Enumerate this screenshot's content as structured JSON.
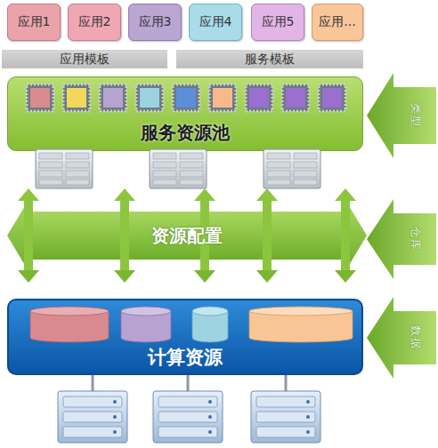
{
  "diagram": {
    "nodes": [
      {
        "text": [
          "应用1"
        ]
      },
      {
        "text": [
          "应用2"
        ]
      },
      {
        "text": [
          "应用3"
        ]
      },
      {
        "text": [
          "应用4"
        ]
      },
      {
        "text": [
          "应用5"
        ]
      },
      {
        "text": [
          "应用..."
        ]
      },
      {
        "text": [
          "应用模板"
        ]
      },
      {
        "text": [
          "服务模板"
        ]
      },
      {
        "text": [
          "服务资源池"
        ]
      },
      {
        "text": [
          "资源配置"
        ]
      },
      {
        "text": [
          "计算资源"
        ]
      },
      {
        "text": [
          "类型"
        ]
      },
      {
        "text": [
          "仓库"
        ]
      },
      {
        "text": [
          "数据"
        ]
      }
    ]
  }
}
